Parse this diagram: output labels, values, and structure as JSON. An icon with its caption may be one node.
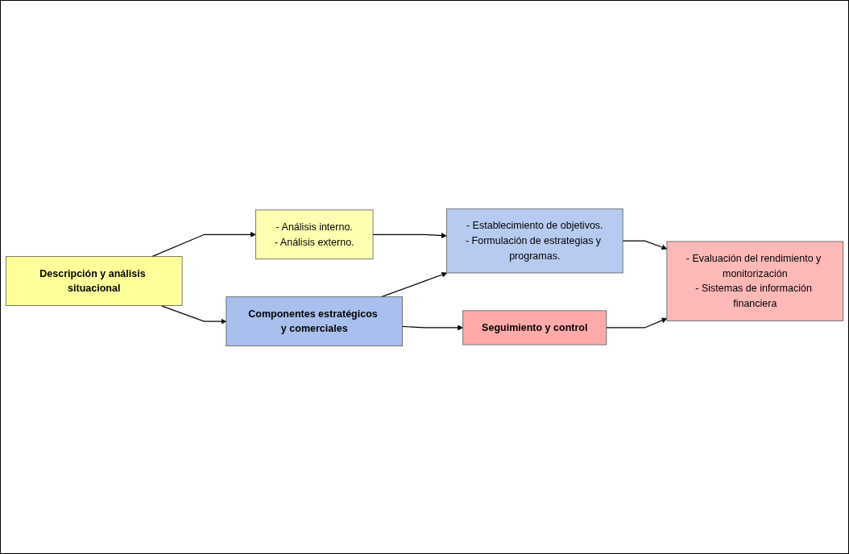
{
  "diagram": {
    "nodes": [
      {
        "text": [
          "Descripción y análisis situacional"
        ]
      },
      {
        "text": [
          "- Análisis interno.",
          "- Análisis externo."
        ]
      },
      {
        "text": [
          "Componentes estratégicos y comerciales"
        ]
      },
      {
        "text": [
          "- Establecimiento de objetivos.",
          "- Formulación de estrategias y programas."
        ]
      },
      {
        "text": [
          "Seguimiento y control"
        ]
      },
      {
        "text": [
          "- Evaluación del rendimiento y monitorización",
          "- Sistemas de información financiera"
        ]
      }
    ],
    "edges": [
      {
        "from": 0,
        "to": 1,
        "arrow": "to"
      },
      {
        "from": 0,
        "to": 2,
        "arrow": "to"
      },
      {
        "from": 1,
        "to": 3,
        "arrow": "to"
      },
      {
        "from": 2,
        "to": 3,
        "arrow": "to"
      },
      {
        "from": 2,
        "to": 4,
        "arrow": "to"
      },
      {
        "from": 3,
        "to": 5,
        "arrow": "to"
      },
      {
        "from": 4,
        "to": 5,
        "arrow": "to"
      }
    ]
  }
}
